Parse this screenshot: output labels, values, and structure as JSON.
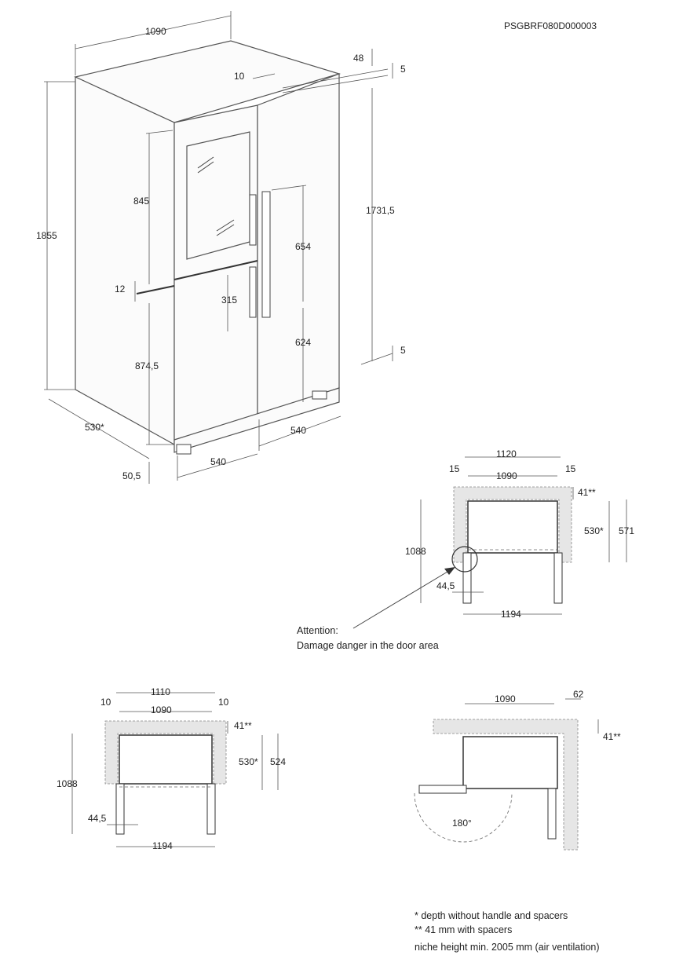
{
  "drawing": {
    "code": "PSGBRF080D000003",
    "front_view": {
      "width": "1090",
      "top_depth": "48",
      "top_gap": "5",
      "door_gap": "10",
      "total_height": "1855",
      "upper_door_height": "845",
      "door_divider": "12",
      "lower_door_height": "874,5",
      "inner_height": "1731,5",
      "handle_length": "654",
      "small_handle": "315",
      "handle_to_bottom": "624",
      "bottom_gap": "5",
      "side_depth": "530*",
      "right_door_width": "540",
      "left_door_width": "540",
      "plinth_height": "50,5"
    },
    "plan_a": {
      "outer_width": "1120",
      "side_gap_left": "15",
      "side_gap_right": "15",
      "inner_width": "1090",
      "spacer_depth": "41**",
      "cabinet_depth": "530*",
      "total_depth": "571",
      "open_depth": "1088",
      "door_offset": "44,5",
      "open_width": "1194",
      "attention_title": "Attention:",
      "attention_text": "Damage danger in the door area"
    },
    "plan_b": {
      "outer_width": "1110",
      "side_gap_left": "10",
      "side_gap_right": "10",
      "inner_width": "1090",
      "spacer_depth": "41**",
      "cabinet_depth": "530*",
      "total_depth": "524",
      "open_depth": "1088",
      "door_offset": "44,5",
      "open_width": "1194"
    },
    "plan_c": {
      "inner_width": "1090",
      "side_gap": "62",
      "spacer_depth": "41**",
      "door_angle": "180°"
    },
    "notes": {
      "line1": "*  depth without handle and spacers",
      "line2": "** 41 mm with spacers",
      "line3": "niche height min. 2005 mm (air ventilation)"
    }
  }
}
